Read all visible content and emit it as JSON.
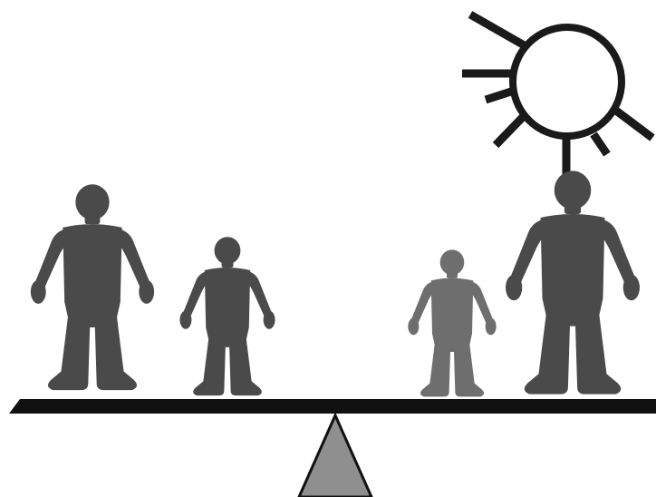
{
  "scene": {
    "background": "#ffffff",
    "figures": [
      {
        "name": "left-large-person",
        "icon": "person-silhouette-icon",
        "color": "#4a4a4a"
      },
      {
        "name": "left-small-person",
        "icon": "person-silhouette-icon",
        "color": "#4a4a4a"
      },
      {
        "name": "right-small-person",
        "icon": "person-silhouette-icon",
        "color": "#6e6e6e"
      },
      {
        "name": "right-large-person",
        "icon": "person-silhouette-icon",
        "color": "#4a4a4a"
      }
    ],
    "sun": {
      "icon": "sun-icon",
      "stroke": "#1a1a1a",
      "fill": "#ffffff"
    },
    "seesaw": {
      "plank_icon": "seesaw-plank-icon",
      "plank_color": "#111111",
      "fulcrum_icon": "fulcrum-triangle-icon",
      "fulcrum_color": "#8f8f8f",
      "fulcrum_stroke": "#111111"
    }
  }
}
